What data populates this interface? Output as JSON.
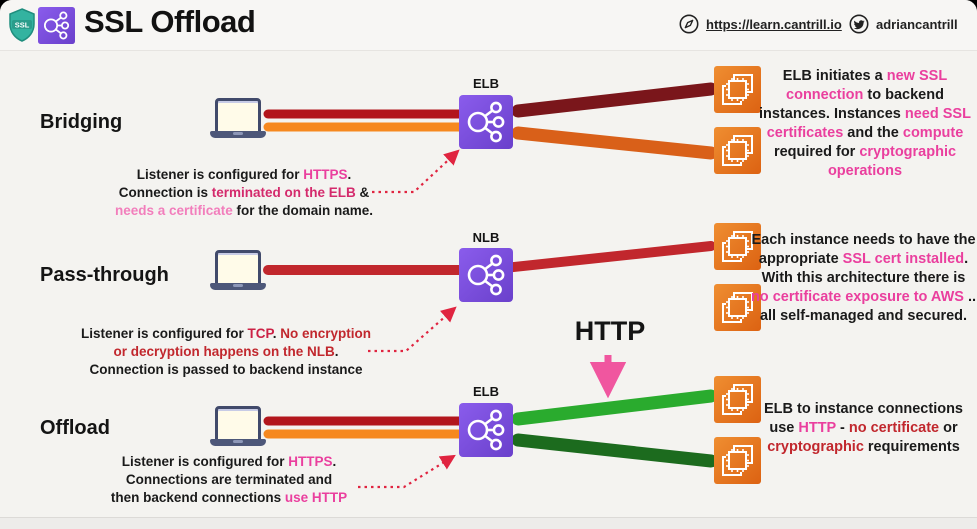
{
  "header": {
    "title": "SSL Offload",
    "shield_label": "SSL",
    "link": "https://learn.cantrill.io",
    "handle": "adriancantrill"
  },
  "colors": {
    "pink": "#ea3f9e",
    "lightPink": "#f27ebc",
    "crimson": "#d42a6c",
    "red": "#c1272d",
    "tcpRed": "#cc2145",
    "black": "#1a1a1a",
    "inRed": "#b2151c",
    "inOrange": "#f6881f",
    "maroon": "#7a161b",
    "burntOrange": "#d96019",
    "passRed": "#c1272d",
    "brightGreen": "#2aab2e",
    "darkGreen": "#1c6b1e",
    "dottedArrow": "#e02440",
    "pinkArrow": "#f0569f",
    "lbPurpleA": "#8a5cec",
    "lbPurpleB": "#6a40cb",
    "instOrangeA": "#ef8e31",
    "instOrangeB": "#dc6212",
    "shieldTeal": "#33b3a0"
  },
  "rows": [
    {
      "label": "Bridging",
      "lb_label": "ELB",
      "annotation": [
        [
          {
            "t": "Listener is configured for "
          },
          {
            "t": "HTTPS",
            "c": "pink"
          },
          {
            "t": "."
          }
        ],
        [
          {
            "t": "Connection is "
          },
          {
            "t": "terminated on the ELB",
            "c": "crimson"
          },
          {
            "t": " &"
          }
        ],
        [
          {
            "t": "needs a certificate",
            "c": "lightPink"
          },
          {
            "t": " for the domain name."
          }
        ]
      ],
      "right_text": [
        [
          {
            "t": "ELB initiates a "
          },
          {
            "t": "new SSL",
            "c": "pink"
          }
        ],
        [
          {
            "t": "connection",
            "c": "pink"
          },
          {
            "t": " to backend"
          }
        ],
        [
          {
            "t": "instances. Instances "
          },
          {
            "t": "need SSL",
            "c": "pink"
          }
        ],
        [
          {
            "t": "certificates",
            "c": "pink"
          },
          {
            "t": " and the "
          },
          {
            "t": "compute",
            "c": "pink"
          }
        ],
        [
          {
            "t": "required for "
          },
          {
            "t": "cryptographic",
            "c": "pink"
          }
        ],
        [
          {
            "t": "operations",
            "c": "pink"
          }
        ]
      ]
    },
    {
      "label": "Pass-through",
      "lb_label": "NLB",
      "annotation": [
        [
          {
            "t": "Listener is configured for "
          },
          {
            "t": "TCP",
            "c": "tcpRed"
          },
          {
            "t": ". "
          },
          {
            "t": "No encryption",
            "c": "red"
          }
        ],
        [
          {
            "t": "or decryption happens on the NLB",
            "c": "red"
          },
          {
            "t": "."
          }
        ],
        [
          {
            "t": "Connection is passed to backend instance"
          }
        ]
      ],
      "right_text": [
        [
          {
            "t": "Each instance needs to have the"
          }
        ],
        [
          {
            "t": "appropriate "
          },
          {
            "t": "SSL cert installed",
            "c": "pink"
          },
          {
            "t": "."
          }
        ],
        [
          {
            "t": "With this architecture there is"
          }
        ],
        [
          {
            "t": "no certificate exposure to AWS",
            "c": "pink"
          },
          {
            "t": " .."
          }
        ],
        [
          {
            "t": "all self-managed and secured."
          }
        ]
      ]
    },
    {
      "label": "Offload",
      "lb_label": "ELB",
      "annotation": [
        [
          {
            "t": "Listener is configured for "
          },
          {
            "t": "HTTPS",
            "c": "pink"
          },
          {
            "t": "."
          }
        ],
        [
          {
            "t": "Connections are terminated and"
          }
        ],
        [
          {
            "t": "then backend connections "
          },
          {
            "t": "use HTTP",
            "c": "pink"
          }
        ]
      ],
      "right_text": [
        [
          {
            "t": "ELB to instance connections"
          }
        ],
        [
          {
            "t": "use "
          },
          {
            "t": "HTTP",
            "c": "pink"
          },
          {
            "t": " - "
          },
          {
            "t": "no certificate",
            "c": "red"
          },
          {
            "t": " or"
          }
        ],
        [
          {
            "t": "cryptographic",
            "c": "red"
          },
          {
            "t": " requirements"
          }
        ]
      ]
    }
  ],
  "offload": {
    "http_label": "HTTP"
  }
}
